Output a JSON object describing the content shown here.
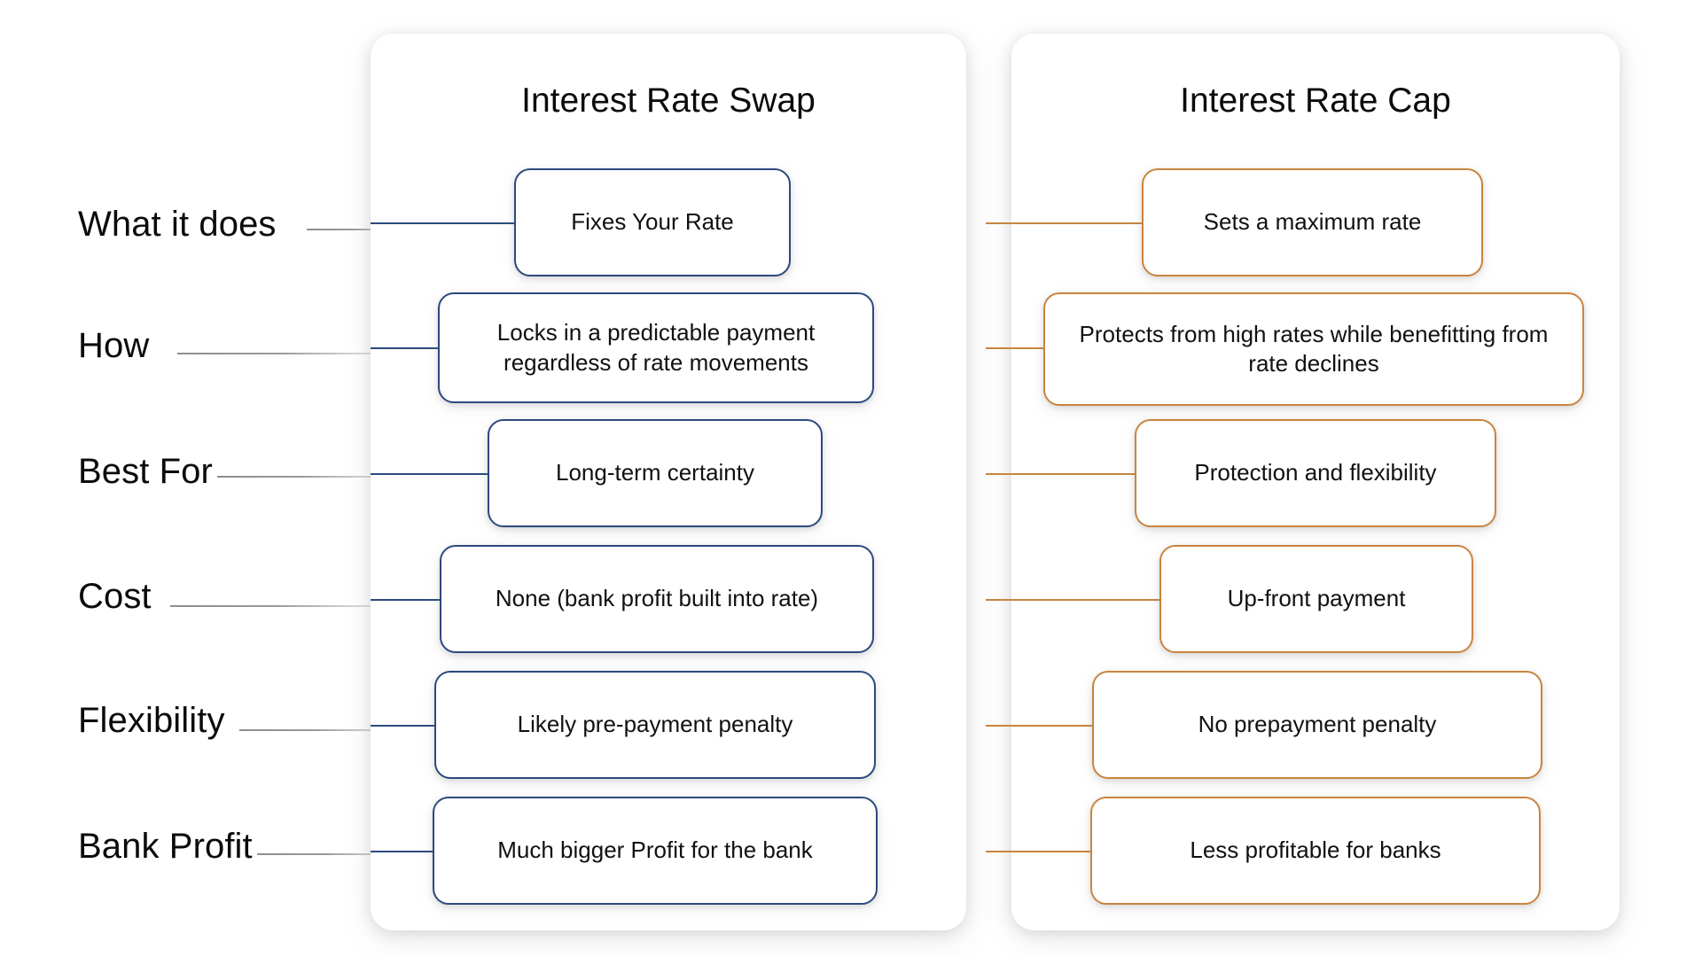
{
  "diagram": {
    "type": "comparison-table",
    "background": "#ffffff",
    "row_labels": [
      "What it does",
      "How",
      "Best For",
      "Cost",
      "Flexibility",
      "Bank Profit"
    ],
    "columns": [
      {
        "id": "swap",
        "title": "Interest Rate Swap",
        "accent": "#2b4a7e",
        "cells": [
          "Fixes Your Rate",
          "Locks in a predictable payment regardless of rate movements",
          "Long-term certainty",
          "None (bank profit built into rate)",
          "Likely pre-payment penalty",
          "Much bigger Profit for the bank"
        ]
      },
      {
        "id": "cap",
        "title": "Interest Rate Cap",
        "accent": "#c8853f",
        "cells": [
          "Sets a maximum rate",
          "Protects from high rates while benefitting from rate declines",
          "Protection and flexibility",
          "Up-front payment",
          "No prepayment penalty",
          "Less profitable for banks"
        ]
      }
    ]
  }
}
